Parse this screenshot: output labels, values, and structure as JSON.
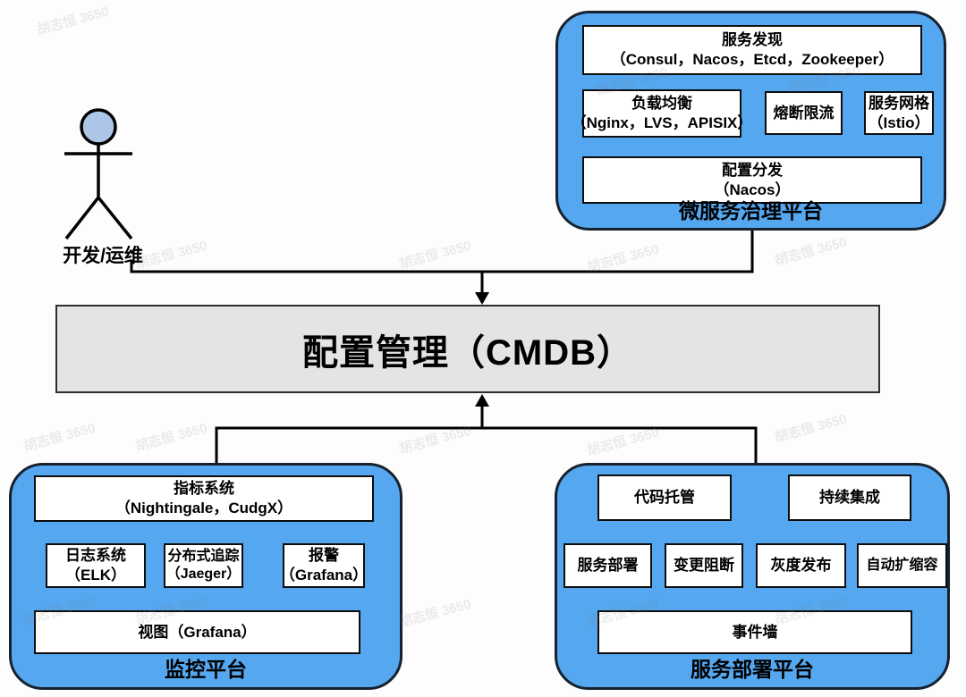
{
  "diagram": {
    "actor": {
      "label": "开发/运维"
    },
    "cmdb": {
      "title": "配置管理（CMDB）"
    },
    "platforms": {
      "governance": {
        "label": "微服务治理平台",
        "boxes": {
          "service_discovery": {
            "line1": "服务发现",
            "line2": "（Consul，Nacos，Etcd，Zookeeper）"
          },
          "load_balancing": {
            "line1": "负载均衡",
            "line2": "（Nginx，LVS，APISIX）"
          },
          "circuit_breaking": {
            "line1": "熔断限流"
          },
          "service_mesh": {
            "line1": "服务网格",
            "line2": "（Istio）"
          },
          "config_distribution": {
            "line1": "配置分发",
            "line2": "（Nacos）"
          }
        }
      },
      "monitoring": {
        "label": "监控平台",
        "boxes": {
          "metrics": {
            "line1": "指标系统",
            "line2": "（Nightingale，CudgX）"
          },
          "logging": {
            "line1": "日志系统",
            "line2": "（ELK）"
          },
          "tracing": {
            "line1": "分布式追踪",
            "line2": "（Jaeger）"
          },
          "alerting": {
            "line1": "报警",
            "line2": "（Grafana）"
          },
          "dashboard": {
            "line1": "视图（Grafana）"
          }
        }
      },
      "deployment": {
        "label": "服务部署平台",
        "boxes": {
          "code_hosting": {
            "line1": "代码托管"
          },
          "ci": {
            "line1": "持续集成"
          },
          "service_deploy": {
            "line1": "服务部署"
          },
          "change_block": {
            "line1": "变更阻断"
          },
          "gray_release": {
            "line1": "灰度发布"
          },
          "autoscaling": {
            "line1": "自动扩缩容"
          },
          "event_wall": {
            "line1": "事件墙"
          }
        }
      }
    },
    "watermark": {
      "text": "胡志恒 3650"
    },
    "colors": {
      "platform_fill": "#55a7f0",
      "platform_border": "#16222f",
      "box_fill": "#ffffff",
      "box_border": "#0d0d0d",
      "cmdb_fill": "#e4e4e4",
      "cmdb_border": "#2e2e2e",
      "line": "#000000",
      "actor_head_fill": "#adc6e8"
    }
  }
}
